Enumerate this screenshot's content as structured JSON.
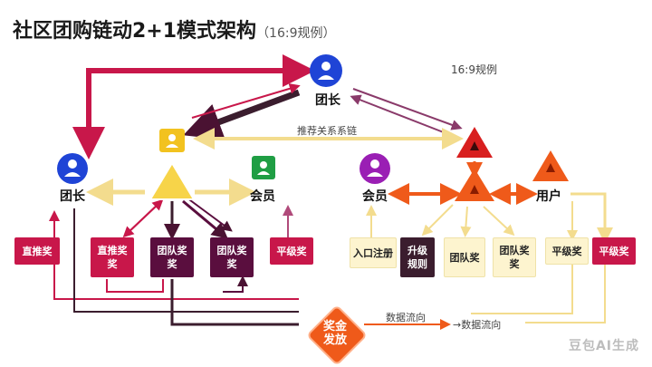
{
  "title": {
    "main": "社区团购链动2+1模式架构",
    "sub": "（16:9规例）"
  },
  "corner_note": "16:9规例",
  "nodes": {
    "top_leader": "团长",
    "left_leader": "团长",
    "left_member": "会员",
    "right_member": "会员",
    "right_user": "用户"
  },
  "edge_label": "推荐关系系链",
  "left_rewards": [
    {
      "label": "直推奖"
    },
    {
      "label": "直推奖\n奖"
    },
    {
      "label": "团队奖\n奖"
    },
    {
      "label": "团队奖\n奖"
    },
    {
      "label": "平级奖"
    }
  ],
  "right_rewards": [
    {
      "label": "入口注册"
    },
    {
      "label": "升级\n规则"
    },
    {
      "label": "团队奖"
    },
    {
      "label": "团队奖\n奖"
    },
    {
      "label": "平级奖"
    },
    {
      "label": "平级奖"
    }
  ],
  "payout": "奖金\n发放",
  "flow_label_1": "数据流向",
  "flow_label_2": "→数据流向",
  "watermark": "豆包AI生成",
  "colors": {
    "crimson": "#c8174a",
    "plum": "#5a0e3e",
    "purple_arrow": "#8a3a6a",
    "orange": "#ef5a1a",
    "red": "#d81f1f",
    "yellow": "#f7d449",
    "cream": "#fdf4cf",
    "blue": "#1f44d6",
    "green": "#1f9e44",
    "violet": "#9a1fb4"
  }
}
